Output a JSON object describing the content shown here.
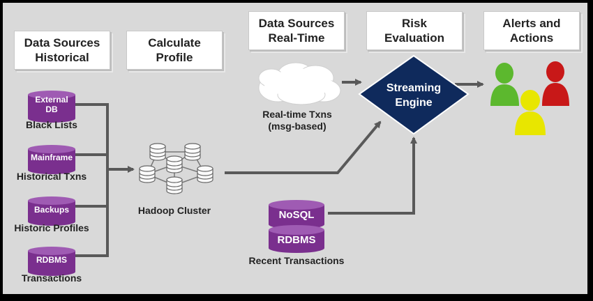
{
  "headers": {
    "historical": "Data Sources\nHistorical",
    "profile": "Calculate\nProfile",
    "realtime": "Data Sources\nReal-Time",
    "risk": "Risk\nEvaluation",
    "alerts": "Alerts and\nActions"
  },
  "sources": [
    {
      "db_text": "External\nDB",
      "caption": "Black Lists"
    },
    {
      "db_text": "Mainframe",
      "caption": "Historical Txns"
    },
    {
      "db_text": "Backups",
      "caption": "Historic Profiles"
    },
    {
      "db_text": "RDBMS",
      "caption": "Transactions"
    }
  ],
  "hadoop": {
    "caption": "Hadoop Cluster"
  },
  "cloud": {
    "caption": "Real-time Txns\n(msg-based)"
  },
  "engine": {
    "label": "Streaming\nEngine"
  },
  "recent": {
    "top": "NoSQL",
    "bottom": "RDBMS",
    "caption": "Recent Transactions"
  },
  "people_colors": [
    "#5cb82e",
    "#e8e600",
    "#c81818"
  ],
  "colors": {
    "db_purple": "#7a2f8e",
    "engine_navy": "#0f2a5c",
    "arrow_gray": "#595959",
    "background": "#d9d9d9"
  }
}
